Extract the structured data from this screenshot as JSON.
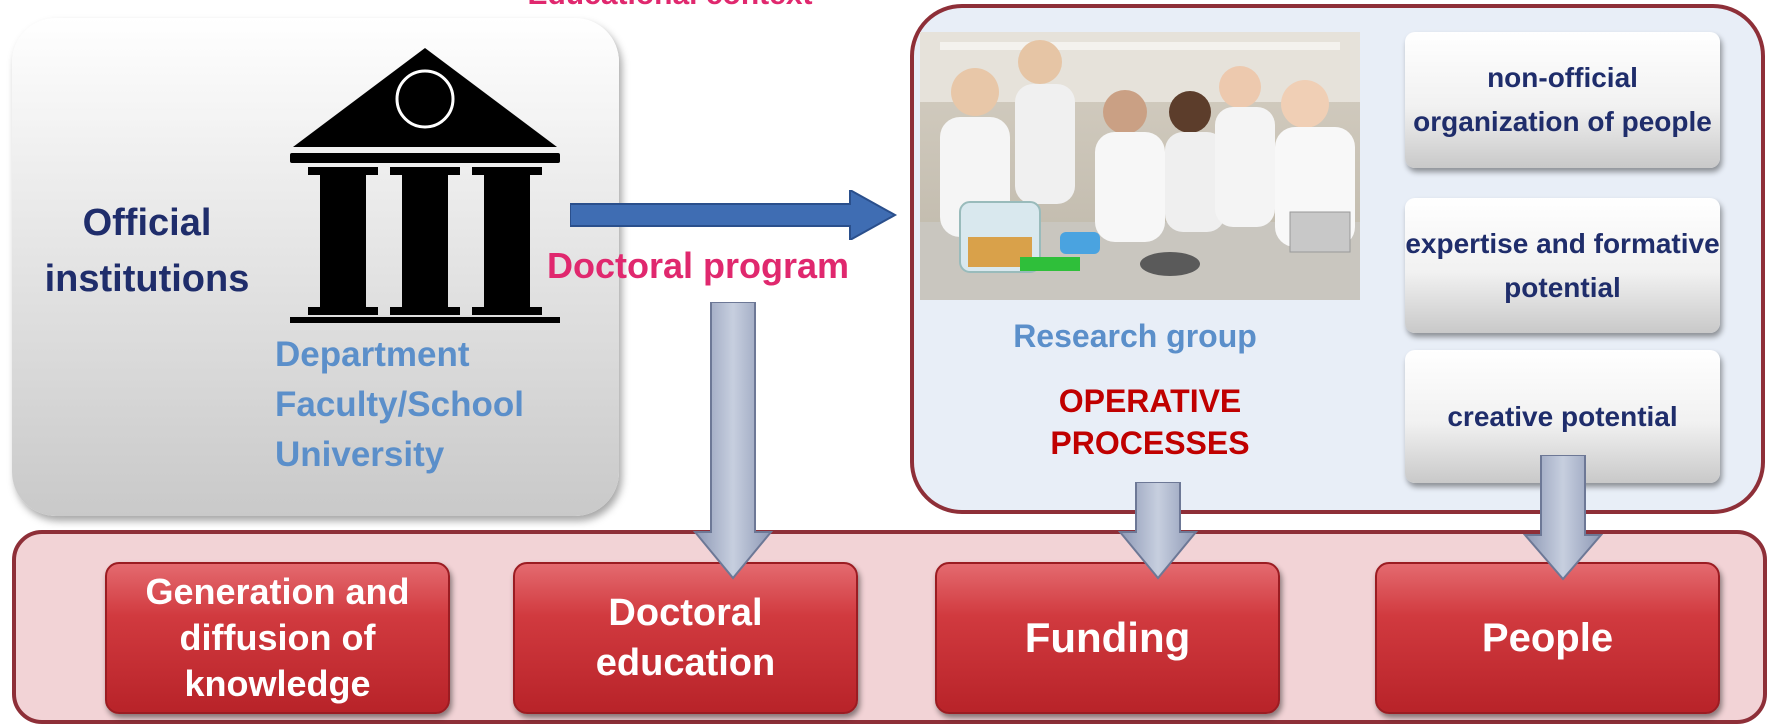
{
  "header": {
    "title": "Educational context"
  },
  "left_panel": {
    "label_lines": [
      "Official",
      "institutions"
    ],
    "units": [
      "Department",
      "Faculty/School",
      "University"
    ]
  },
  "connector": {
    "label": "Doctoral program"
  },
  "right_panel": {
    "photo_icon": "research-group-photo",
    "group_label": "Research group",
    "process_lines": [
      "OPERATIVE",
      "PROCESSES"
    ],
    "cards": [
      "non-official organization of people",
      "expertise and formative potential",
      "creative potential"
    ]
  },
  "outcomes": [
    "Generation and diffusion of knowledge",
    "Doctoral education",
    "Funding",
    "People"
  ],
  "colors": {
    "pink_label": "#e0286e",
    "navy_text": "#1f2d6b",
    "light_blue_text": "#5b8fca",
    "dark_red_text": "#c00000",
    "panel_border": "#8e2f38",
    "outcome_red": "#c9302c",
    "arrow_blue": "#3f6db3",
    "arrow_grey": "#a6b1c9"
  }
}
